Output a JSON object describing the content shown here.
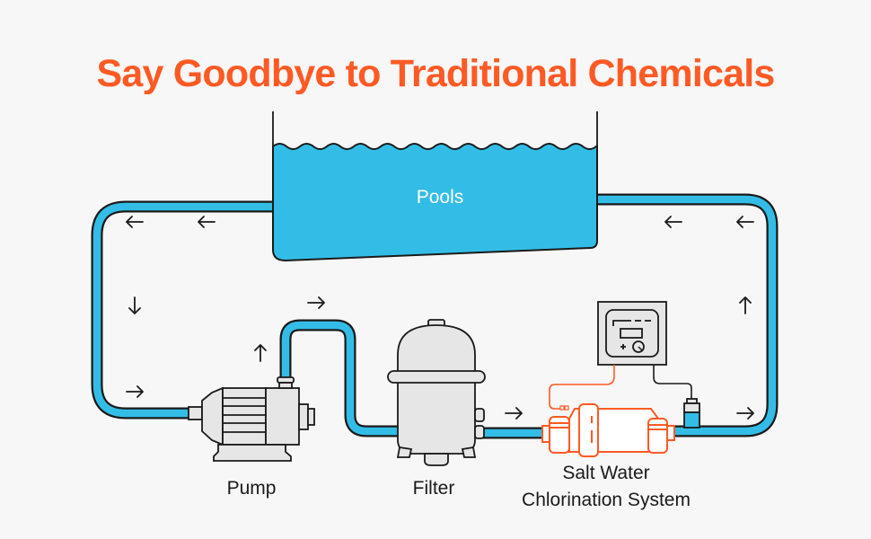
{
  "title": "Say Goodbye to Traditional Chemicals",
  "colors": {
    "title": "#ff5a24",
    "water": "#33bde6",
    "outline": "#1a1a1a",
    "equipment_fill": "#e6e6e6",
    "chlorinator": "#ff5a24",
    "background": "#f7f7f8"
  },
  "components": {
    "pool": {
      "label": "Pools"
    },
    "pump": {
      "label": "Pump"
    },
    "filter": {
      "label": "Filter"
    },
    "chlorinator": {
      "label_line1": "Salt Water",
      "label_line2": "Chlorination System"
    },
    "control_box": {
      "icon": "control-panel-icon"
    },
    "sensor": {
      "icon": "sensor-icon"
    }
  },
  "flow_arrows": [
    {
      "direction": "left",
      "segment": "top-left-pipe"
    },
    {
      "direction": "left",
      "segment": "top-left-pipe"
    },
    {
      "direction": "down",
      "segment": "left-pipe"
    },
    {
      "direction": "right",
      "segment": "bottom-left-pipe"
    },
    {
      "direction": "up",
      "segment": "pump-outlet"
    },
    {
      "direction": "right",
      "segment": "pump-to-filter"
    },
    {
      "direction": "right",
      "segment": "filter-to-chlorinator"
    },
    {
      "direction": "right",
      "segment": "bottom-right-pipe"
    },
    {
      "direction": "up",
      "segment": "right-pipe"
    },
    {
      "direction": "left",
      "segment": "top-right-pipe"
    },
    {
      "direction": "left",
      "segment": "top-right-pipe"
    }
  ]
}
